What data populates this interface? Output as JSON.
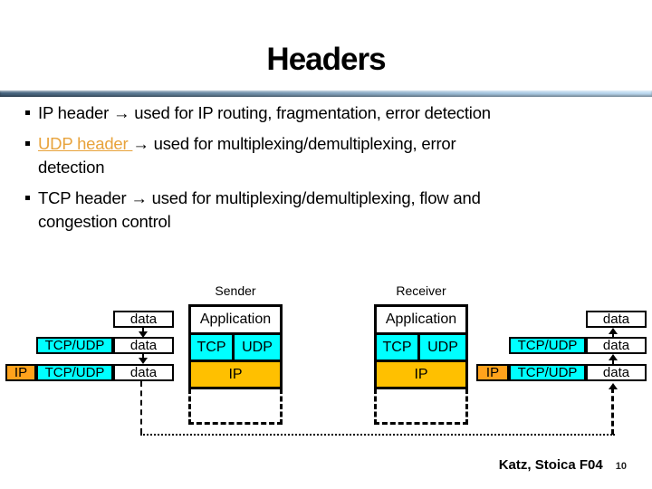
{
  "slide": {
    "title": "Headers",
    "footer_credit": "Katz, Stoica F04",
    "page_number": "10"
  },
  "bullets": [
    {
      "lead": "IP header ",
      "line1": "→ used for IP routing, fragmentation, error detection",
      "line2": ""
    },
    {
      "lead": "UDP header ",
      "line1": "→ used for multiplexing/demultiplexing, error",
      "line2": "detection"
    },
    {
      "lead": "TCP header ",
      "line1": "→ used for multiplexing/demultiplexing, flow and",
      "line2": "congestion control"
    }
  ],
  "diagram": {
    "sender_label": "Sender",
    "receiver_label": "Receiver",
    "labels": {
      "application": "Application",
      "tcp": "TCP",
      "udp": "UDP",
      "ip": "IP",
      "tcp_udp": "TCP/UDP",
      "data": "data"
    },
    "colors": {
      "transport_box": "#00FFFF",
      "ip_header_box": "#FFA21C",
      "ip_stack_layer": "#FFC000",
      "udp_header_link_text": "#E8A33C",
      "title_rule_left": "#47647e",
      "title_rule_right": "#bfdcf2"
    }
  }
}
